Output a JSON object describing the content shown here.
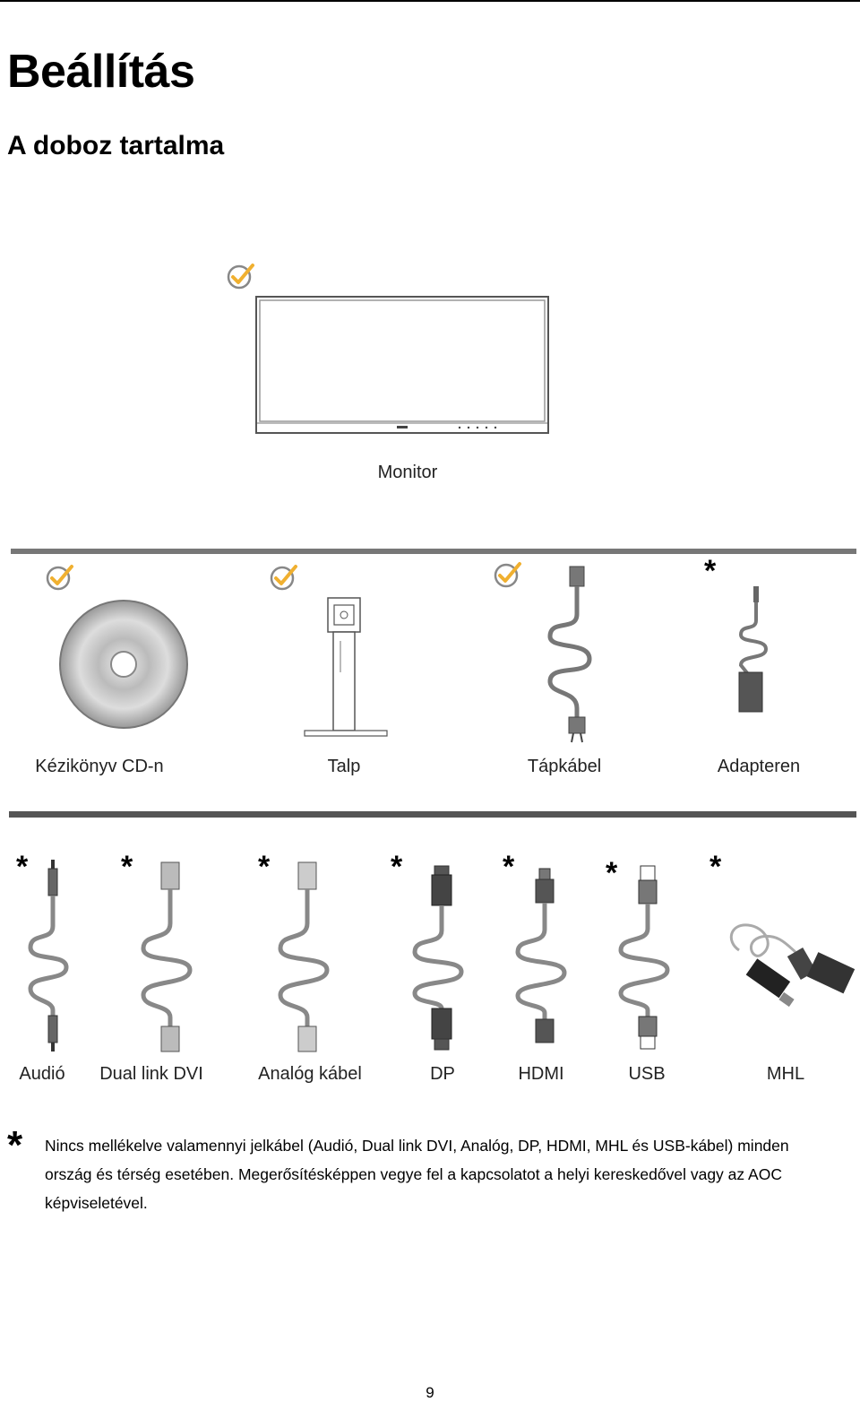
{
  "page": {
    "title": "Beállítás",
    "subtitle": "A doboz tartalma",
    "page_number": "9"
  },
  "items_top": {
    "monitor_label": "Monitor"
  },
  "items_row1": [
    {
      "label": "Kézikönyv CD-n",
      "included": true
    },
    {
      "label": "Talp",
      "included": true
    },
    {
      "label": "Tápkábel",
      "included": true
    },
    {
      "label": "Adapteren",
      "included": false
    }
  ],
  "items_row2": [
    {
      "label": "Audió",
      "included": false
    },
    {
      "label": "Dual link DVI",
      "included": false
    },
    {
      "label": "Analóg kábel",
      "included": false
    },
    {
      "label": "DP",
      "included": false
    },
    {
      "label": "HDMI",
      "included": false
    },
    {
      "label": "USB",
      "included": false
    },
    {
      "label": "MHL",
      "included": false
    }
  ],
  "footnote": {
    "marker": "*",
    "text_line1": "Nincs mellékelve valamennyi jelkábel (Audió, Dual link DVI, Analóg, DP, HDMI, MHL és USB-kábel) minden",
    "text_line2": "ország és térség esetében. Megerősítésképpen vegye fel a kapcsolatot a helyi kereskedővel vagy az AOC",
    "text_line3": "képviseletével."
  },
  "icons": {
    "check": "check-circle-icon",
    "accent_color": "#f0b030"
  }
}
